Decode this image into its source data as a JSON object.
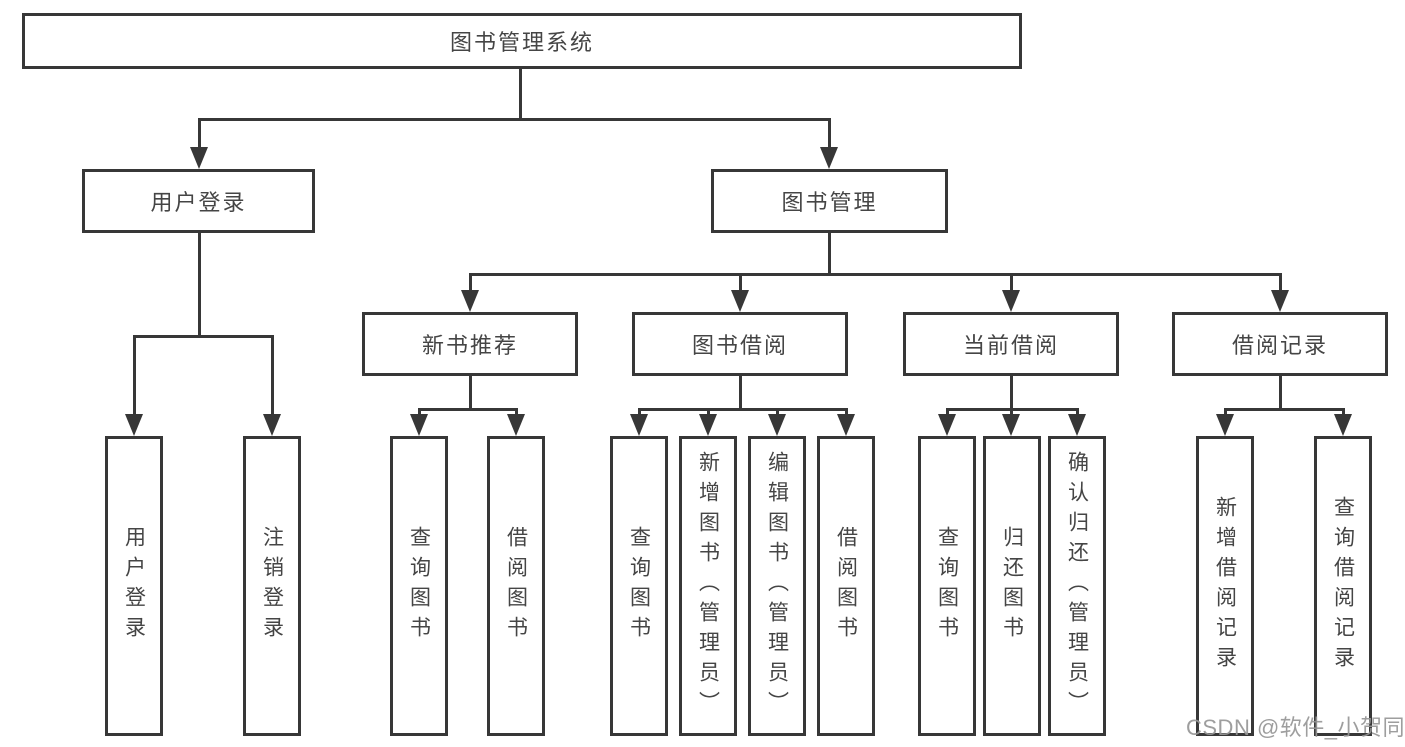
{
  "nodes": {
    "root": "图书管理系统",
    "user_login": "用户登录",
    "book_mgmt": "图书管理",
    "new_books": "新书推荐",
    "borrow": "图书借阅",
    "current": "当前借阅",
    "records": "借阅记录",
    "user_login_leaf": "用户登录",
    "logout_leaf": "注销登录",
    "nb_query": "查询图书",
    "nb_borrow": "借阅图书",
    "bw_query": "查询图书",
    "bw_add": "新增图书（管理员）",
    "bw_edit": "编辑图书（管理员）",
    "bw_borrow": "借阅图书",
    "cu_query": "查询图书",
    "cu_return": "归还图书",
    "cu_confirm": "确认归还（管理员）",
    "re_add": "新增借阅记录",
    "re_query": "查询借阅记录"
  },
  "hierarchy": {
    "图书管理系统": {
      "用户登录": [
        "用户登录",
        "注销登录"
      ],
      "图书管理": {
        "新书推荐": [
          "查询图书",
          "借阅图书"
        ],
        "图书借阅": [
          "查询图书",
          "新增图书（管理员）",
          "编辑图书（管理员）",
          "借阅图书"
        ],
        "当前借阅": [
          "查询图书",
          "归还图书",
          "确认归还（管理员）"
        ],
        "借阅记录": [
          "新增借阅记录",
          "查询借阅记录"
        ]
      }
    }
  },
  "watermark": "CSDN @软件_小贺同学",
  "colors": {
    "line": "#373737",
    "text": "#454545",
    "watermark": "#969696",
    "background": "#ffffff"
  }
}
